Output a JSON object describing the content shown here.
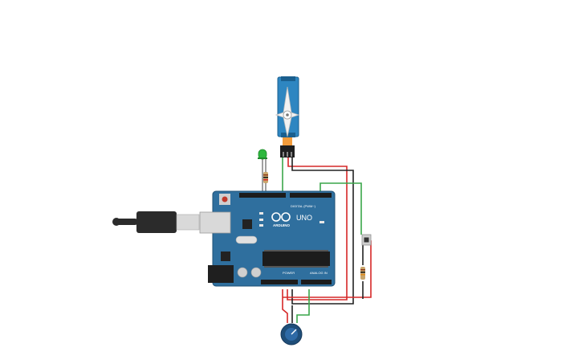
{
  "board": {
    "name": "Arduino Uno",
    "logo_text": "ARDUINO",
    "model_text": "UNO",
    "digital_label": "DIGITAL (PWM~)",
    "power_label": "POWER",
    "analog_label": "ANALOG IN",
    "color": "#2f6f9e"
  },
  "components": [
    {
      "name": "servo-motor",
      "color": "#2e86c1"
    },
    {
      "name": "green-led",
      "color": "#2db83d"
    },
    {
      "name": "resistor-led",
      "color": "#c9a66b"
    },
    {
      "name": "pushbutton",
      "color": "#cfcfcf"
    },
    {
      "name": "resistor-button",
      "color": "#c9a66b"
    },
    {
      "name": "potentiometer",
      "color": "#1f4e79"
    },
    {
      "name": "usb-cable",
      "color": "#2b2b2b"
    }
  ],
  "wire_colors": {
    "power": "#d62828",
    "ground": "#222222",
    "signal": "#3aa64a"
  }
}
